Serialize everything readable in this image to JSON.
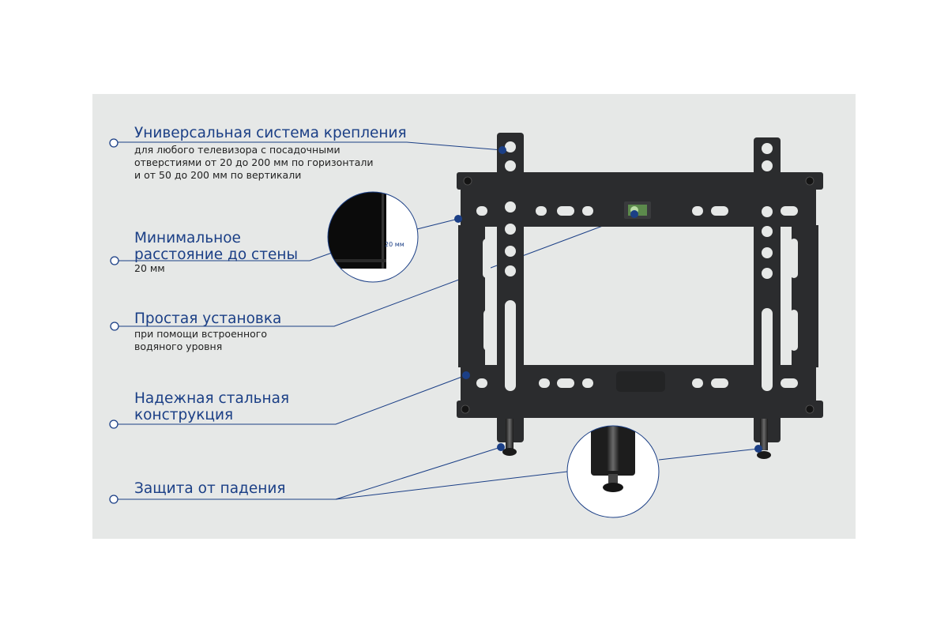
{
  "features": [
    {
      "title_lines": [
        "Универсальная система крепления"
      ],
      "sub_lines": [
        "для любого телевизора с посадочными",
        "отверстиями от 20 до 200 мм по горизонтали",
        "и от 50 до 200 мм по вертикали"
      ]
    },
    {
      "title_lines": [
        "Минимальное",
        "расстояние до стены"
      ],
      "sub_lines": [
        "20 мм"
      ]
    },
    {
      "title_lines": [
        "Простая  установка"
      ],
      "sub_lines": [
        "при помощи встроенного",
        "водяного уровня"
      ]
    },
    {
      "title_lines": [
        "Надежная стальная",
        "конструкция"
      ],
      "sub_lines": []
    },
    {
      "title_lines": [
        "Защита от падения"
      ],
      "sub_lines": []
    }
  ],
  "inset_label": "20 мм",
  "colors": {
    "accent": "#1b3f86",
    "background": "#e6e8e7",
    "metal": "#2b2c2e"
  }
}
